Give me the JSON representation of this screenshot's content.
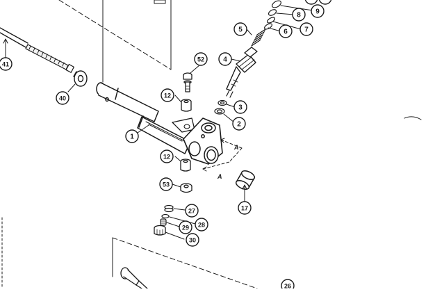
{
  "callouts": {
    "c41": "41",
    "c40": "40",
    "c1": "1",
    "c12a": "12",
    "c12b": "12",
    "c52": "52",
    "c4": "4",
    "c3": "3",
    "c2": "2",
    "c5": "5",
    "c6": "6",
    "c7": "7",
    "c8": "8",
    "c9": "9",
    "c53": "53",
    "c27": "27",
    "c28": "28",
    "c29": "29",
    "c30": "30",
    "c17": "17",
    "c26": "26"
  },
  "section_marks": {
    "upper": "A",
    "lower": "A"
  },
  "colors": {
    "ink": "#1b1b1b",
    "paper": "#ffffff"
  }
}
